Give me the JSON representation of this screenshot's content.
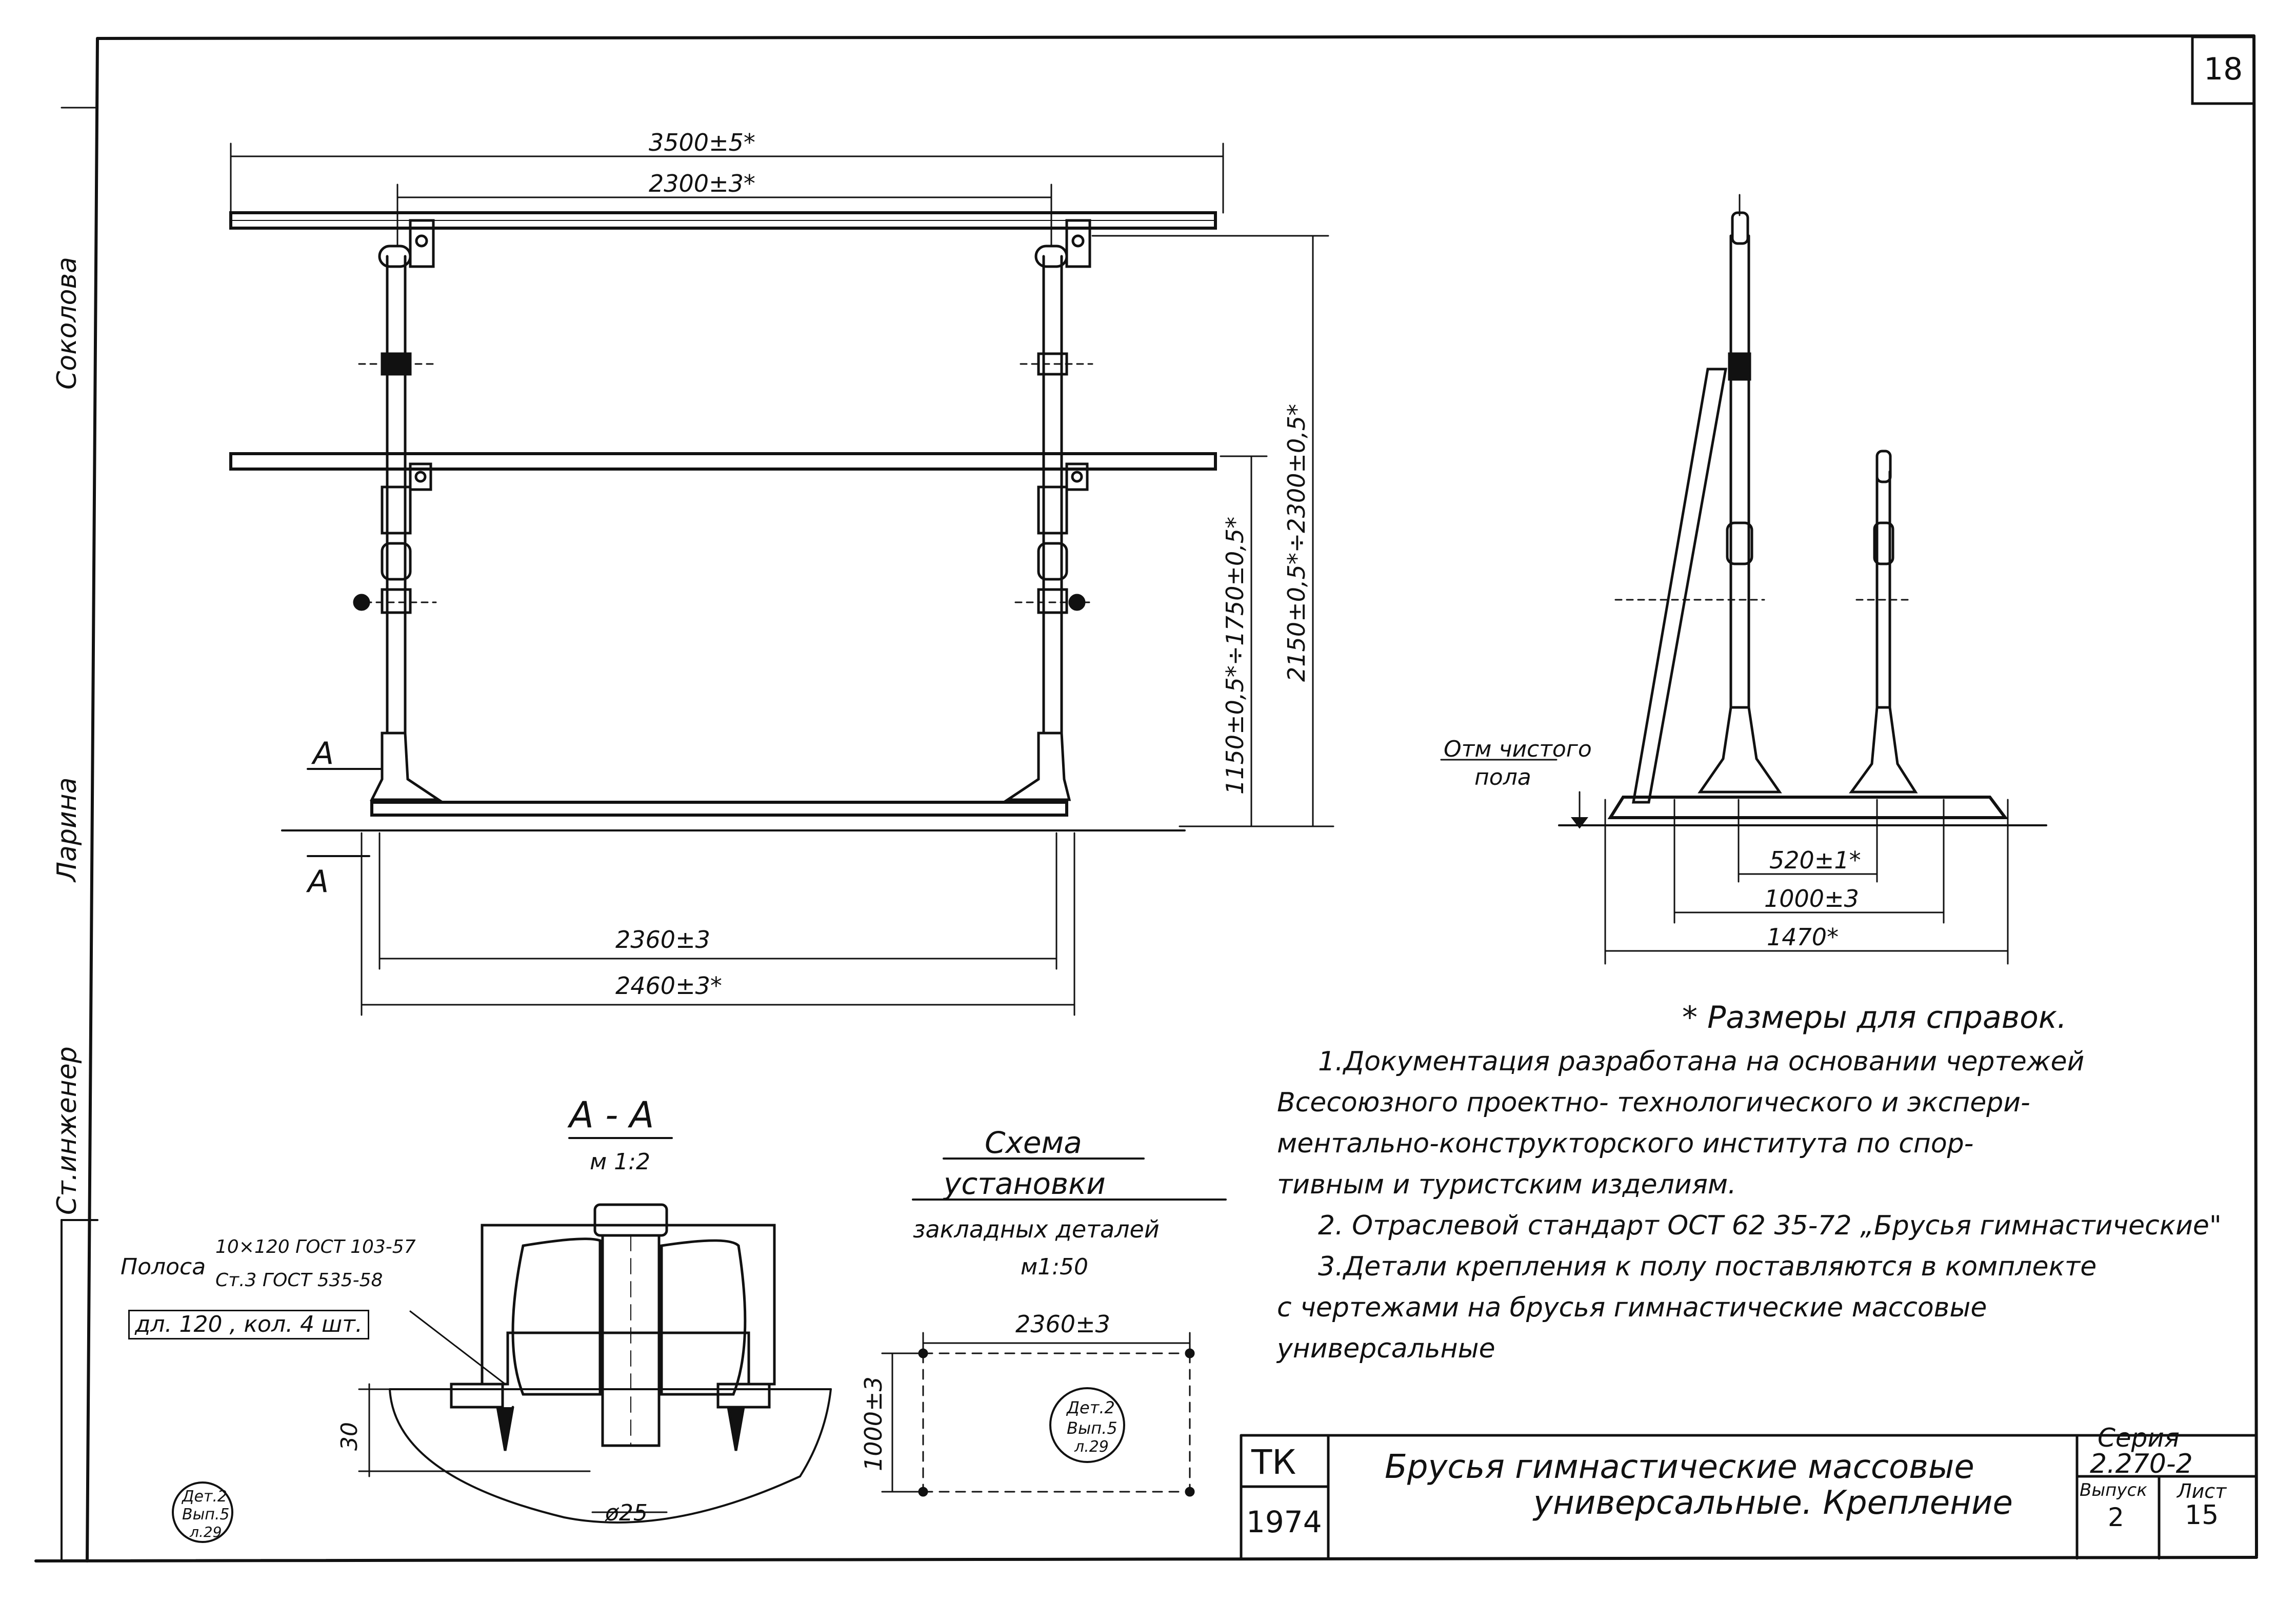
{
  "sheet_number": "18",
  "front_view": {
    "dim_overall": "3500±5*",
    "dim_top": "2300±3*",
    "dim_bottom_inner": "2360±3",
    "dim_bottom_outer": "2460±3*",
    "dim_height_low": "1150±0,5*÷1750±0,5*",
    "dim_height_high": "2150±0,5*÷2300±0,5*",
    "section_mark_top": "А",
    "section_mark_bottom": "А"
  },
  "side_view": {
    "floor_label_1": "Отм чистого",
    "floor_label_2": "пола",
    "dim_1": "520±1*",
    "dim_2": "1000±3",
    "dim_3": "1470*"
  },
  "section_aa": {
    "title": "А - А",
    "scale": "м 1:2",
    "strip_prefix": "Полоса",
    "strip_num": "10×120 ГОСТ 103-57",
    "strip_den": "Ст.3 ГОСТ 535-58",
    "strip_len": "дл. 120 , кол. 4 шт.",
    "dim_30": "30",
    "dim_dia": "ø25",
    "detail_ref": [
      "Дет.2",
      "Вып.5",
      "л.29"
    ]
  },
  "scheme": {
    "title_1": "Схема",
    "title_2": "установки",
    "title_3": "закладных деталей",
    "scale": "м1:50",
    "dim_w": "2360±3",
    "dim_h": "1000±3",
    "detail_ref": [
      "Дет.2",
      "Вып.5",
      "л.29"
    ]
  },
  "notes": {
    "ref_note": "* Размеры для справок.",
    "lines": [
      "1.Документация разработана на основании чертежей",
      "Всесоюзного проектно- технологического и экспери-",
      "ментально-конструкторского института по спор-",
      "тивным и туристским изделиям.",
      "2. Отраслевой стандарт ОСТ 62 35-72 „Брусья гимнастические\"",
      "3.Детали крепления к полу поставляются в комплекте",
      "с чертежами на брусья гимнастические массовые",
      "универсальные"
    ]
  },
  "title_block": {
    "code": "ТК",
    "year": "1974",
    "title_1": "Брусья гимнастические массовые",
    "title_2": "универсальные. Крепление",
    "series_label": "Серия",
    "series_value": "2.270-2",
    "issue_label": "Выпуск",
    "issue_value": "2",
    "sheet_label": "Лист",
    "sheet_value": "15"
  },
  "left_margin": {
    "text_1": "Ст.инженер",
    "text_2": "Ларина",
    "text_3": "Соколова"
  }
}
